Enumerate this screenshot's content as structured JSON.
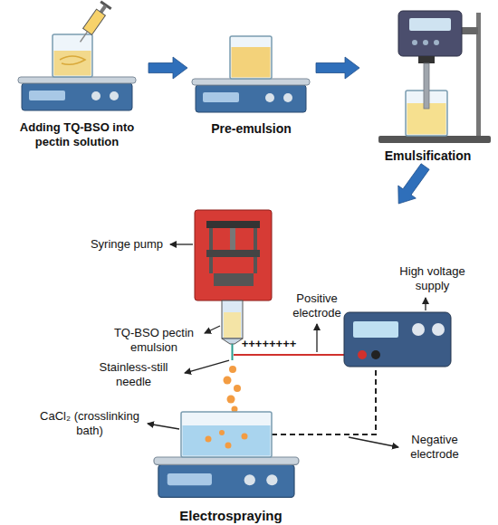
{
  "diagram": {
    "nodes": [
      {
        "text": [
          "Adding TQ-BSO into pectin solution"
        ]
      },
      {
        "text": [
          "Pre-emulsion"
        ]
      },
      {
        "text": [
          "Emulsification"
        ]
      },
      {
        "text": [
          "Electrospraying"
        ]
      }
    ],
    "edges": [
      {
        "from": 0,
        "to": 1,
        "arrow": "to"
      },
      {
        "from": 1,
        "to": 2,
        "arrow": "to"
      },
      {
        "from": 2,
        "to": 3,
        "arrow": "to"
      }
    ],
    "labels": [
      "Syringe pump",
      "TQ-BSO pectin emulsion",
      "Stainless-still needle",
      "++++++++",
      "Positive electrode",
      "High voltage supply",
      "CaCl₂ (crosslinking bath)",
      "Negative electrode"
    ]
  }
}
